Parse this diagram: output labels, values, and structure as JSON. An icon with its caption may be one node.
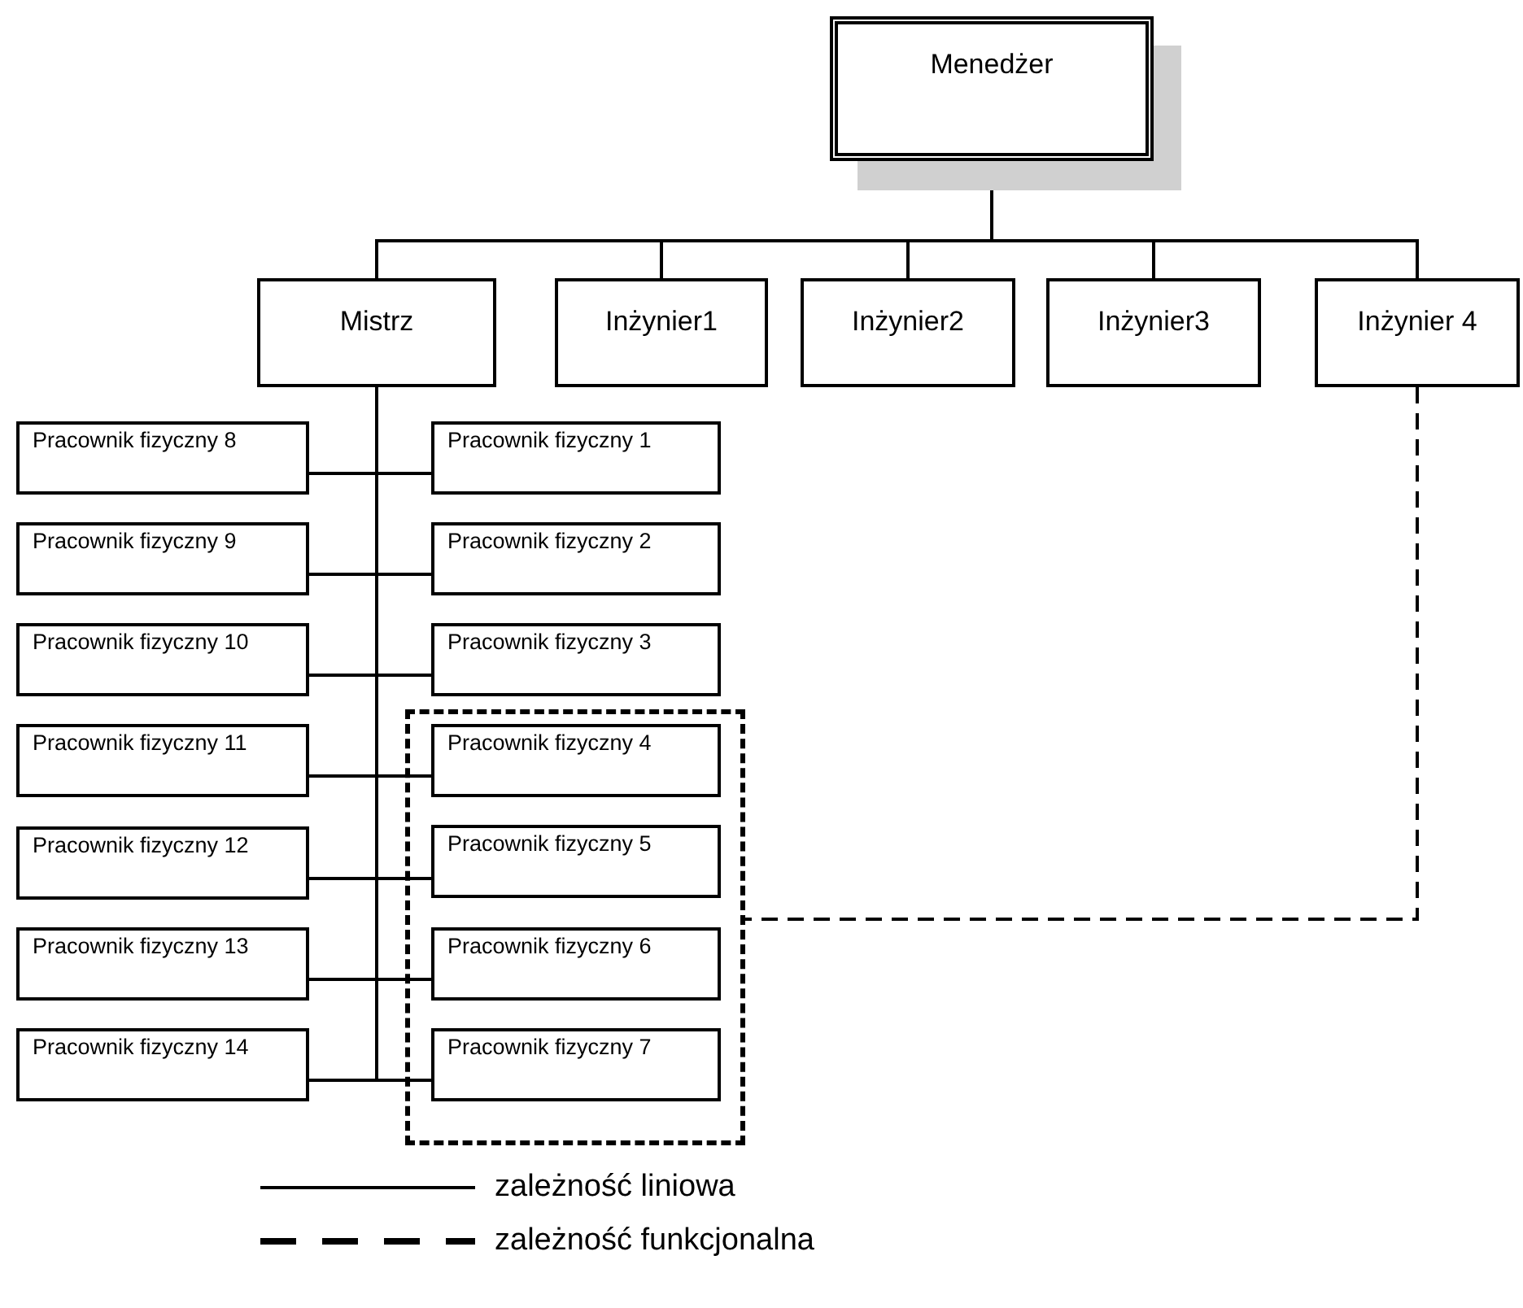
{
  "diagram": {
    "nodes": [
      {
        "text": [
          "Menedżer"
        ]
      },
      {
        "text": [
          "Mistrz"
        ]
      },
      {
        "text": [
          "Inżynier1"
        ]
      },
      {
        "text": [
          "Inżynier2"
        ]
      },
      {
        "text": [
          "Inżynier3"
        ]
      },
      {
        "text": [
          "Inżynier 4"
        ]
      },
      {
        "text": [
          "Pracownik fizyczny 8"
        ]
      },
      {
        "text": [
          "Pracownik fizyczny 1"
        ]
      },
      {
        "text": [
          "Pracownik fizyczny 9"
        ]
      },
      {
        "text": [
          "Pracownik fizyczny 2"
        ]
      },
      {
        "text": [
          "Pracownik fizyczny 10"
        ]
      },
      {
        "text": [
          "Pracownik fizyczny 3"
        ]
      },
      {
        "text": [],
        "shape": "box"
      },
      {
        "text": [
          "Pracownik fizyczny 11"
        ]
      },
      {
        "text": [
          "Pracownik fizyczny 4"
        ],
        "in": 12
      },
      {
        "text": [
          "Pracownik fizyczny 12"
        ]
      },
      {
        "text": [
          "Pracownik fizyczny 5"
        ],
        "in": 12
      },
      {
        "text": [
          "Pracownik fizyczny 13"
        ]
      },
      {
        "text": [
          "Pracownik fizyczny 6"
        ],
        "in": 12
      },
      {
        "text": [
          "Pracownik fizyczny 14"
        ]
      },
      {
        "text": [
          "Pracownik fizyczny 7"
        ],
        "in": 12
      }
    ],
    "edges": [
      {
        "from": 0,
        "to": 1,
        "arrow": "none"
      },
      {
        "from": 0,
        "to": 2,
        "arrow": "none"
      },
      {
        "from": 0,
        "to": 3,
        "arrow": "none"
      },
      {
        "from": 0,
        "to": 4,
        "arrow": "none"
      },
      {
        "from": 0,
        "to": 5,
        "arrow": "none"
      },
      {
        "from": 1,
        "to": 6,
        "arrow": "none"
      },
      {
        "from": 1,
        "to": 7,
        "arrow": "none"
      },
      {
        "from": 1,
        "to": 8,
        "arrow": "none"
      },
      {
        "from": 1,
        "to": 9,
        "arrow": "none"
      },
      {
        "from": 1,
        "to": 10,
        "arrow": "none"
      },
      {
        "from": 1,
        "to": 11,
        "arrow": "none"
      },
      {
        "from": 1,
        "to": 13,
        "arrow": "none"
      },
      {
        "from": 1,
        "to": 14,
        "arrow": "none"
      },
      {
        "from": 1,
        "to": 15,
        "arrow": "none"
      },
      {
        "from": 1,
        "to": 16,
        "arrow": "none"
      },
      {
        "from": 1,
        "to": 17,
        "arrow": "none"
      },
      {
        "from": 1,
        "to": 18,
        "arrow": "none"
      },
      {
        "from": 1,
        "to": 19,
        "arrow": "none"
      },
      {
        "from": 1,
        "to": 20,
        "arrow": "none"
      },
      {
        "from": 5,
        "to": 12,
        "arrow": "none",
        "style": "dashed"
      }
    ],
    "legend": [
      {
        "text": "zależność liniowa"
      },
      {
        "text": "zależność funkcjonalna"
      }
    ]
  }
}
